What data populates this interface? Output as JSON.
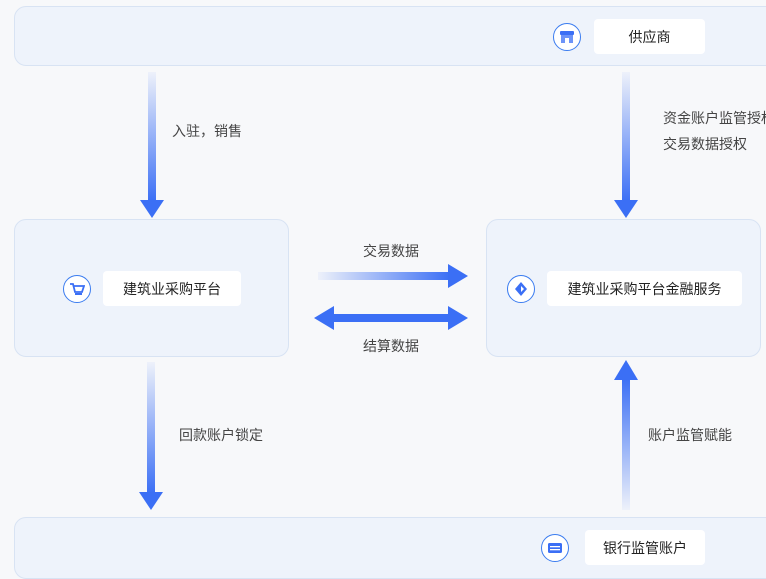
{
  "nodes": {
    "supplier": {
      "label": "供应商"
    },
    "platform": {
      "label": "建筑业采购平台"
    },
    "finance": {
      "label": "建筑业采购平台金融服务"
    },
    "bank": {
      "label": "银行监管账户"
    }
  },
  "edges": {
    "supplier_to_platform": {
      "label": "入驻，销售"
    },
    "supplier_to_finance": {
      "lines": [
        "资金账户监管授权",
        "交易数据授权"
      ]
    },
    "platform_to_finance": {
      "label": "交易数据"
    },
    "finance_to_platform": {
      "label": "结算数据"
    },
    "platform_to_bank": {
      "label": "回款账户锁定"
    },
    "bank_to_finance": {
      "label": "账户监管赋能"
    }
  },
  "colors": {
    "accent": "#3b6ff5",
    "panel": "#eef3fb"
  },
  "icons": [
    "shop-icon",
    "cart-icon",
    "finance-icon",
    "card-icon"
  ]
}
